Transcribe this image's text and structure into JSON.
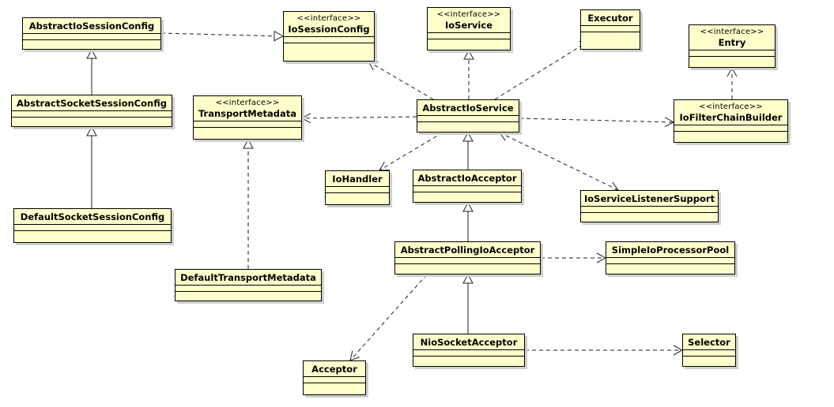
{
  "diagram": {
    "classes": [
      {
        "id": "AbstractIoSessionConfig",
        "name": "AbstractIoSessionConfig",
        "stereotype": ""
      },
      {
        "id": "IoSessionConfig",
        "name": "IoSessionConfig",
        "stereotype": "<<interface>>"
      },
      {
        "id": "IoService",
        "name": "IoService",
        "stereotype": "<<interface>>"
      },
      {
        "id": "Executor",
        "name": "Executor",
        "stereotype": ""
      },
      {
        "id": "Entry",
        "name": "Entry",
        "stereotype": "<<interface>>"
      },
      {
        "id": "AbstractSocketSessionConfig",
        "name": "AbstractSocketSessionConfig",
        "stereotype": ""
      },
      {
        "id": "TransportMetadata",
        "name": "TransportMetadata",
        "stereotype": "<<interface>>"
      },
      {
        "id": "AbstractIoService",
        "name": "AbstractIoService",
        "stereotype": ""
      },
      {
        "id": "IoFilterChainBuilder",
        "name": "IoFilterChainBuilder",
        "stereotype": "<<interface>>"
      },
      {
        "id": "IoHandler",
        "name": "IoHandler",
        "stereotype": ""
      },
      {
        "id": "AbstractIoAcceptor",
        "name": "AbstractIoAcceptor",
        "stereotype": ""
      },
      {
        "id": "IoServiceListenerSupport",
        "name": "IoServiceListenerSupport",
        "stereotype": ""
      },
      {
        "id": "DefaultSocketSessionConfig",
        "name": "DefaultSocketSessionConfig",
        "stereotype": ""
      },
      {
        "id": "AbstractPollingIoAcceptor",
        "name": "AbstractPollingIoAcceptor",
        "stereotype": ""
      },
      {
        "id": "SimpleIoProcessorPool",
        "name": "SimpleIoProcessorPool",
        "stereotype": ""
      },
      {
        "id": "DefaultTransportMetadata",
        "name": "DefaultTransportMetadata",
        "stereotype": ""
      },
      {
        "id": "NioSocketAcceptor",
        "name": "NioSocketAcceptor",
        "stereotype": ""
      },
      {
        "id": "Selector",
        "name": "Selector",
        "stereotype": ""
      },
      {
        "id": "Acceptor",
        "name": "Acceptor",
        "stereotype": ""
      }
    ],
    "relations": [
      {
        "from": "AbstractIoSessionConfig",
        "to": "IoSessionConfig",
        "kind": "realization"
      },
      {
        "from": "AbstractSocketSessionConfig",
        "to": "AbstractIoSessionConfig",
        "kind": "generalization"
      },
      {
        "from": "DefaultSocketSessionConfig",
        "to": "AbstractSocketSessionConfig",
        "kind": "generalization"
      },
      {
        "from": "DefaultTransportMetadata",
        "to": "TransportMetadata",
        "kind": "realization"
      },
      {
        "from": "AbstractIoService",
        "to": "IoSessionConfig",
        "kind": "dependency"
      },
      {
        "from": "AbstractIoService",
        "to": "IoService",
        "kind": "realization"
      },
      {
        "from": "AbstractIoService",
        "to": "Executor",
        "kind": "dependency"
      },
      {
        "from": "AbstractIoService",
        "to": "TransportMetadata",
        "kind": "dependency"
      },
      {
        "from": "AbstractIoService",
        "to": "IoFilterChainBuilder",
        "kind": "dependency"
      },
      {
        "from": "IoFilterChainBuilder",
        "to": "Entry",
        "kind": "dependency"
      },
      {
        "from": "AbstractIoService",
        "to": "IoHandler",
        "kind": "dependency"
      },
      {
        "from": "AbstractIoService",
        "to": "IoServiceListenerSupport",
        "kind": "bidirectional-dependency"
      },
      {
        "from": "AbstractIoAcceptor",
        "to": "AbstractIoService",
        "kind": "generalization"
      },
      {
        "from": "AbstractPollingIoAcceptor",
        "to": "AbstractIoAcceptor",
        "kind": "generalization"
      },
      {
        "from": "AbstractPollingIoAcceptor",
        "to": "SimpleIoProcessorPool",
        "kind": "dependency"
      },
      {
        "from": "NioSocketAcceptor",
        "to": "AbstractPollingIoAcceptor",
        "kind": "generalization"
      },
      {
        "from": "NioSocketAcceptor",
        "to": "Selector",
        "kind": "dependency"
      },
      {
        "from": "AbstractPollingIoAcceptor",
        "to": "Acceptor",
        "kind": "dependency"
      }
    ]
  }
}
